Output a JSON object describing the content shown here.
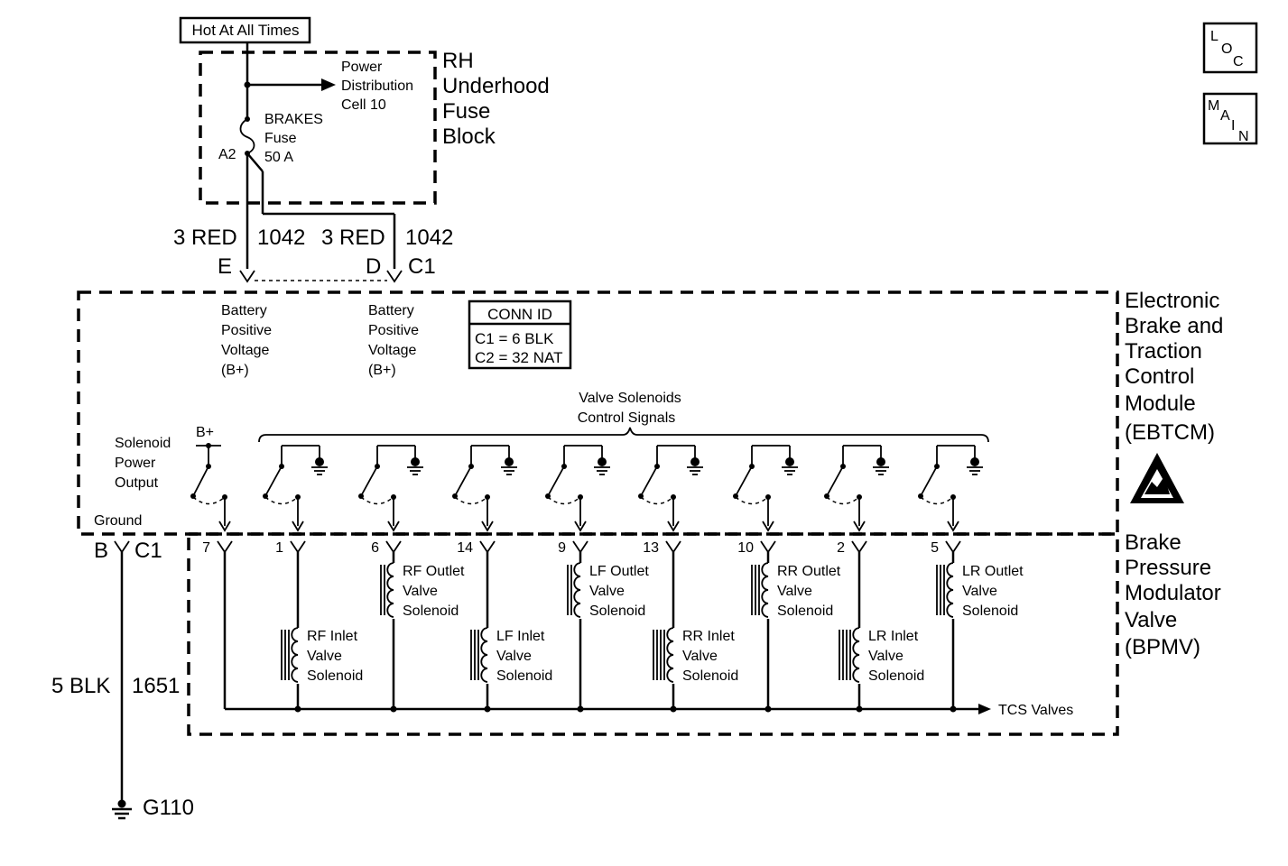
{
  "fuse_block": {
    "hot_label": "Hot At All Times",
    "name_lines": [
      "RH",
      "Underhood",
      "Fuse",
      "Block"
    ],
    "power_dist_lines": [
      "Power",
      "Distribution",
      "Cell 10"
    ],
    "fuse_lines": [
      "BRAKES",
      "Fuse",
      "50 A"
    ],
    "terminal": "A2"
  },
  "wires_top": {
    "left_color": "3 RED",
    "left_circuit": "1042",
    "right_color": "3 RED",
    "right_circuit": "1042",
    "pin_e": "E",
    "pin_d": "D",
    "connector": "C1"
  },
  "ebtcm": {
    "name_lines": [
      "Electronic",
      "Brake and",
      "Traction",
      "Control",
      "Module",
      "(EBTCM)"
    ],
    "batt1_lines": [
      "Battery",
      "Positive",
      "Voltage",
      "(B+)"
    ],
    "batt2_lines": [
      "Battery",
      "Positive",
      "Voltage",
      "(B+)"
    ],
    "conn_id": {
      "title": "CONN ID",
      "rows": [
        "C1 = 6 BLK",
        "C2 = 32 NAT"
      ]
    },
    "valve_signals_lines": [
      "Valve Solenoids",
      "Control Signals"
    ],
    "solenoid_power_lines": [
      "Solenoid",
      "Power",
      "Output"
    ],
    "bplus": "B+",
    "ground_label": "Ground"
  },
  "ground_wire": {
    "pin": "B",
    "connector": "C1",
    "color": "5 BLK",
    "circuit": "1651",
    "ground_name": "G110"
  },
  "bpmv": {
    "name_lines": [
      "Brake",
      "Pressure",
      "Modulator",
      "Valve",
      "(BPMV)"
    ],
    "pins": [
      "7",
      "1",
      "6",
      "14",
      "9",
      "13",
      "10",
      "2",
      "5"
    ],
    "solenoids": [
      [
        "RF Inlet",
        "Valve",
        "Solenoid"
      ],
      [
        "RF Outlet",
        "Valve",
        "Solenoid"
      ],
      [
        "LF Inlet",
        "Valve",
        "Solenoid"
      ],
      [
        "LF Outlet",
        "Valve",
        "Solenoid"
      ],
      [
        "RR Inlet",
        "Valve",
        "Solenoid"
      ],
      [
        "RR Outlet",
        "Valve",
        "Solenoid"
      ],
      [
        "LR Inlet",
        "Valve",
        "Solenoid"
      ],
      [
        "LR Outlet",
        "Valve",
        "Solenoid"
      ]
    ],
    "tcs_label": "TCS Valves"
  },
  "nav": {
    "loc": [
      "L",
      "O",
      "C"
    ],
    "main": [
      "M",
      "A",
      "I",
      "N"
    ]
  },
  "icons": {
    "esd": "esd-warning-icon",
    "ground": "ground-symbol-icon"
  }
}
